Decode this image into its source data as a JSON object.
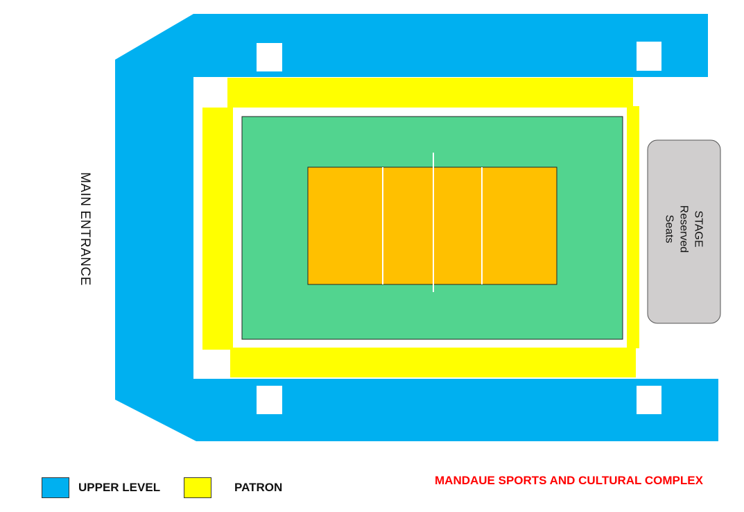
{
  "labels": {
    "main_entrance": "MAIN ENTRANCE",
    "stage_line1": "STAGE",
    "stage_line2": "Reserved",
    "stage_line3": "Seats"
  },
  "legend": {
    "upper_level": "UPPER LEVEL",
    "patron": "PATRON"
  },
  "venue_name": "MANDAUE SPORTS AND CULTURAL COMPLEX",
  "colors": {
    "upper_level": "#00b0f0",
    "patron": "#ffff00",
    "floor": "#52d48f",
    "court": "#ffc000",
    "stage": "#d0cece",
    "title": "#ff0000"
  }
}
